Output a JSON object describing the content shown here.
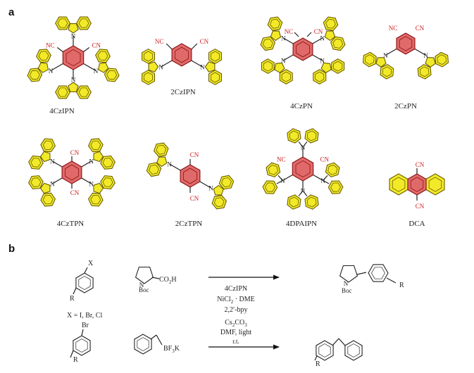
{
  "panels": {
    "a": "a",
    "b": "b"
  },
  "colors": {
    "carbazole_fill": "#f2ea28",
    "carbazole_stroke": "#6b5d00",
    "core_fill": "#e06a6a",
    "core_stroke": "#8b1010",
    "cn_text": "#cc1f1f"
  },
  "cn_label": "CN",
  "nc_label": "NC",
  "n_label": "N",
  "compounds": [
    "4CzIPN",
    "2CzIPN",
    "4CzPN",
    "2CzPN",
    "4CzTPN",
    "2CzTPN",
    "4DPAIPN",
    "DCA"
  ],
  "scheme": {
    "x_sub": "X",
    "r_sub": "R",
    "boc": "Boc",
    "co2h": "CO",
    "co2h_sub": "2",
    "co2h_tail": "H",
    "x_list": "X = I, Br, Cl",
    "conditions_1": "4CzIPN",
    "conditions_2_a": "NiCl",
    "conditions_2_sub": "2",
    "conditions_2_b": " · DME",
    "conditions_3": "2,2′-bpy",
    "conditions_4_a": "Cs",
    "conditions_4_sub1": "2",
    "conditions_4_b": "CO",
    "conditions_4_sub2": "3",
    "conditions_5": "DMF, light",
    "conditions_6": "r.t.",
    "br_sub": "Br",
    "bf3k_a": "BF",
    "bf3k_sub": "3",
    "bf3k_b": "K"
  }
}
